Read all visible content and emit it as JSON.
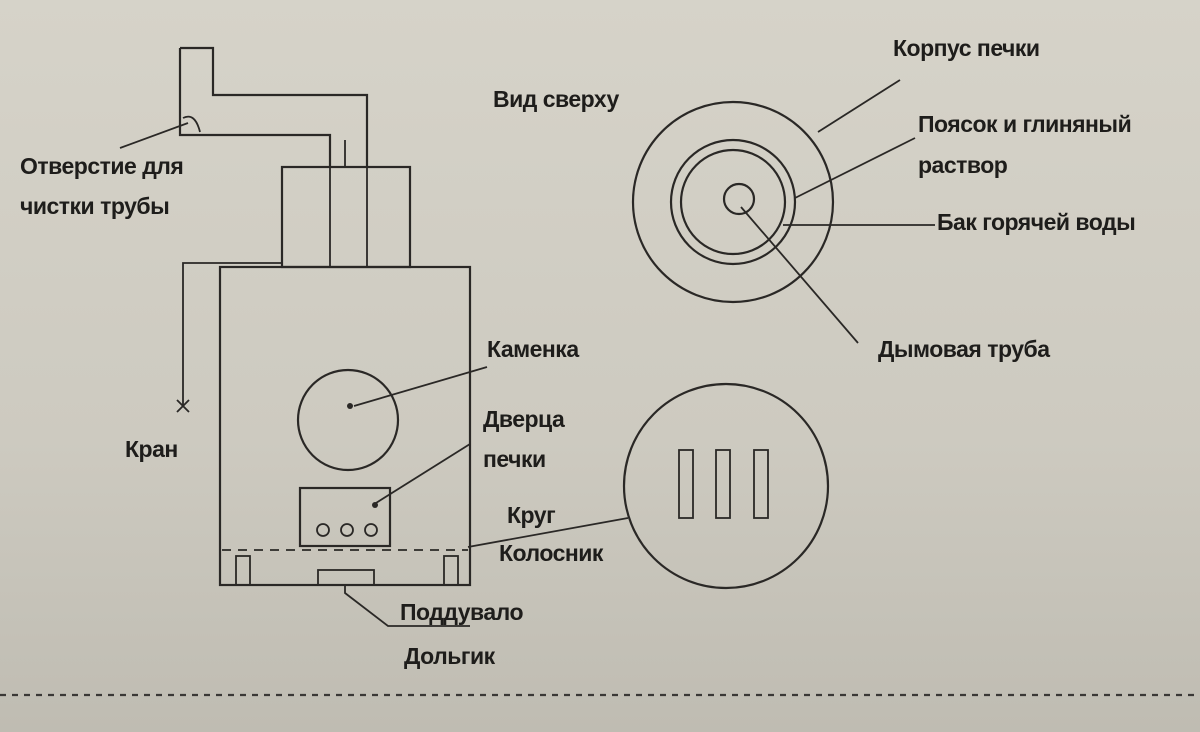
{
  "labels": {
    "pipe_hole_line1": "Отверстие для",
    "pipe_hole_line2": "чистки трубы",
    "tap": "Кран",
    "top_view": "Вид сверху",
    "stove_body": "Корпус печки",
    "belt_line1": "Поясок и глиняный",
    "belt_line2": "раствор",
    "hot_water_tank": "Бак горячей воды",
    "chimney": "Дымовая труба",
    "heater": "Каменка",
    "door_line1": "Дверца",
    "door_line2": "печки",
    "circle": "Круг",
    "grate": "Колосник",
    "ash_pit": "Поддувало",
    "ash_pit_sub": "Дольгик"
  },
  "colors": {
    "ink": "#2a2826",
    "paper": "#d6d3c9"
  }
}
